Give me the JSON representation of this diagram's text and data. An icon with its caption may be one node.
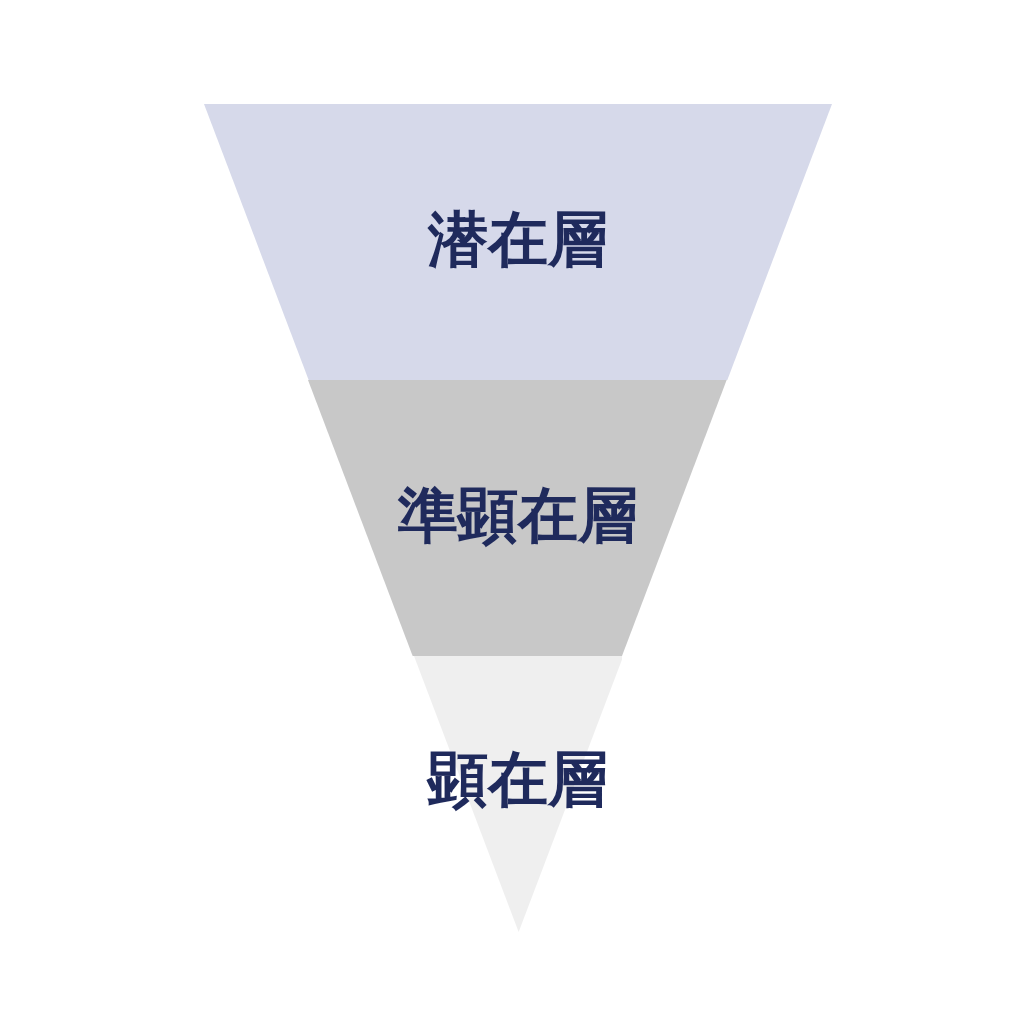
{
  "diagram": {
    "nodes": [
      {
        "text": [
          "潜在層"
        ]
      },
      {
        "text": [
          "準顕在層"
        ]
      },
      {
        "text": [
          "顕在層"
        ]
      }
    ]
  }
}
